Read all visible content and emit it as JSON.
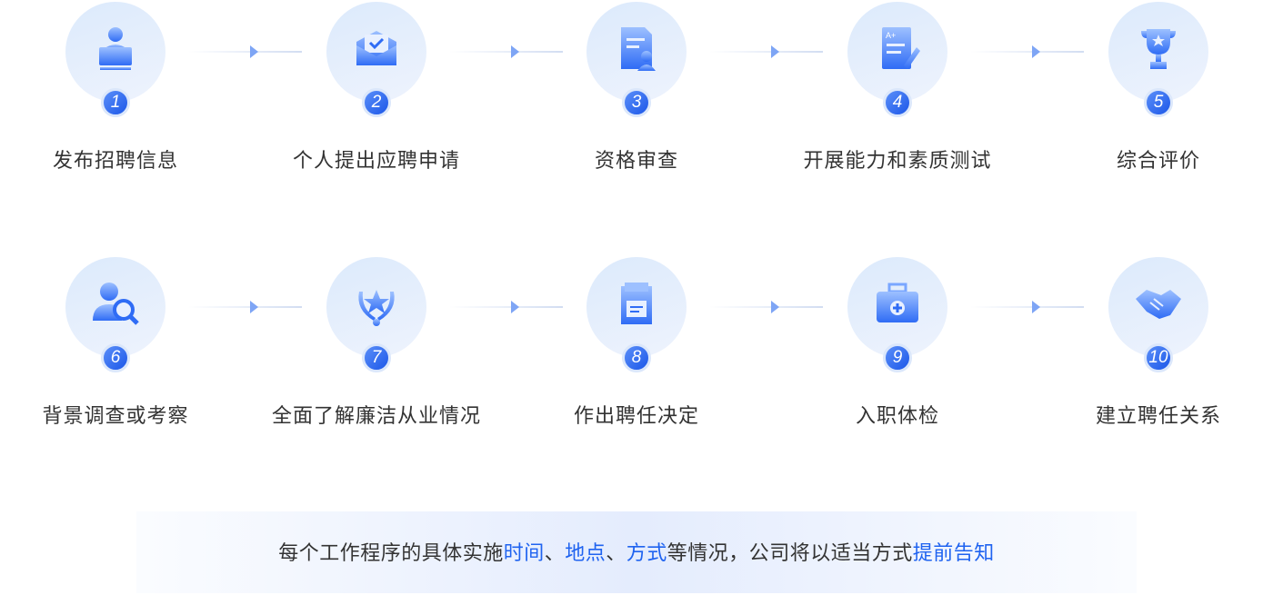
{
  "steps": [
    {
      "num": "1",
      "label": "发布招聘信息",
      "icon": "presenter-laptop-icon"
    },
    {
      "num": "2",
      "label": "个人提出应聘申请",
      "icon": "envelope-check-icon"
    },
    {
      "num": "3",
      "label": "资格审查",
      "icon": "document-person-icon"
    },
    {
      "num": "4",
      "label": "开展能力和素质测试",
      "icon": "test-paper-icon"
    },
    {
      "num": "5",
      "label": "综合评价",
      "icon": "trophy-icon"
    },
    {
      "num": "6",
      "label": "背景调查或考察",
      "icon": "person-search-icon"
    },
    {
      "num": "7",
      "label": "全面了解廉洁从业情况",
      "icon": "laurel-star-icon"
    },
    {
      "num": "8",
      "label": "作出聘任决定",
      "icon": "folder-document-icon"
    },
    {
      "num": "9",
      "label": "入职体检",
      "icon": "medical-kit-icon"
    },
    {
      "num": "10",
      "label": "建立聘任关系",
      "icon": "handshake-icon"
    }
  ],
  "notice": {
    "p1": "每个工作程序的具体实施",
    "h1": "时间",
    "s1": "、",
    "h2": "地点",
    "s2": "、",
    "h3": "方式",
    "p2": "等情况，公司将以适当方式",
    "h4": "提前告知"
  },
  "colors": {
    "accent": "#1f63f0",
    "circle": "#e3eefc"
  }
}
